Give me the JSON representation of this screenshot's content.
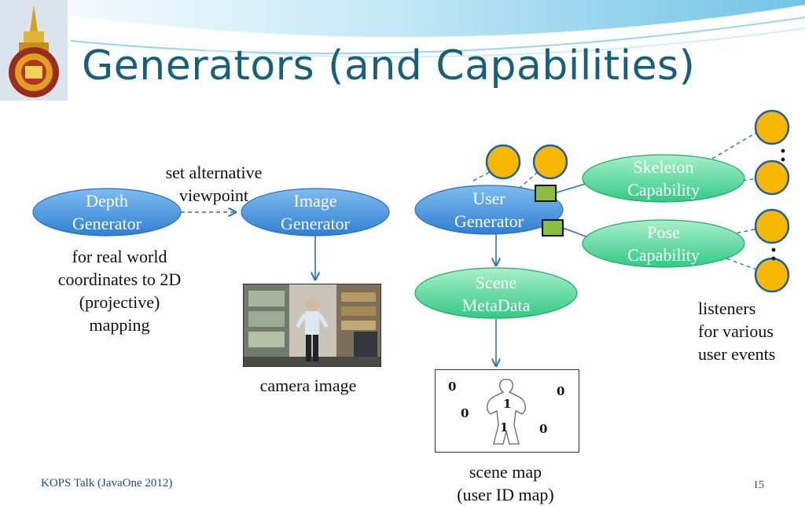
{
  "slide": {
    "title": "Generators (and Capabilities)",
    "footer": "KOPS Talk (JavaOne 2012)",
    "page_number": "15",
    "logo_icon": "royal-emblem-icon"
  },
  "nodes": {
    "depth_generator": "Depth\nGenerator",
    "image_generator": "Image\nGenerator",
    "user_generator": "User\nGenerator",
    "scene_metadata": "Scene\nMetaData",
    "skeleton_capability": "Skeleton\nCapability",
    "pose_capability": "Pose\nCapability"
  },
  "labels": {
    "alt_viewpoint": "set alternative\nviewpoint",
    "depth_note": "for real world\ncoordinates to 2D\n(projective)\nmapping",
    "camera_image": "camera image",
    "scene_map": "scene map\n(user ID map)",
    "listeners": "listeners\nfor various\nuser events"
  },
  "scene_map_values": [
    "0",
    "0",
    "0",
    "1",
    "1",
    "0"
  ],
  "colors": {
    "title": "#17607a",
    "blue_oval": "#2f82d4",
    "green_oval": "#3fcf8e",
    "listener_fill": "#f6b800",
    "capability_square": "#8cbd3c",
    "footer": "#1c4a8a"
  }
}
